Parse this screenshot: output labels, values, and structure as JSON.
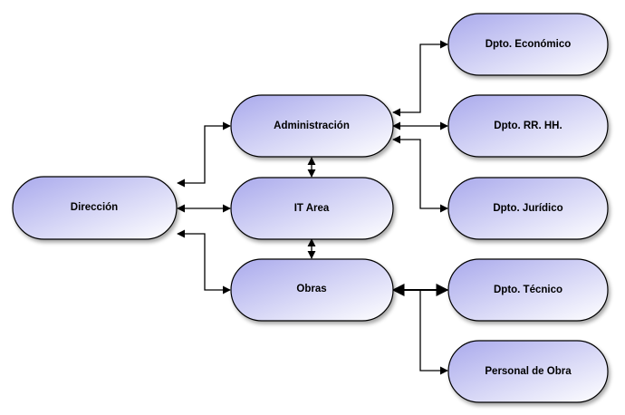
{
  "diagram": {
    "nodes": {
      "direccion": "Dirección",
      "administracion": "Administración",
      "it_area": "IT Area",
      "obras": "Obras",
      "economico": "Dpto. Económico",
      "rrhh": "Dpto. RR. HH.",
      "juridico": "Dpto. Jurídico",
      "tecnico": "Dpto. Técnico",
      "personal_obra": "Personal de Obra"
    },
    "colors": {
      "node_fill_start": "#a9a9ec",
      "node_fill_end": "#ffffff",
      "node_stroke": "#000000",
      "connector": "#000000"
    }
  }
}
